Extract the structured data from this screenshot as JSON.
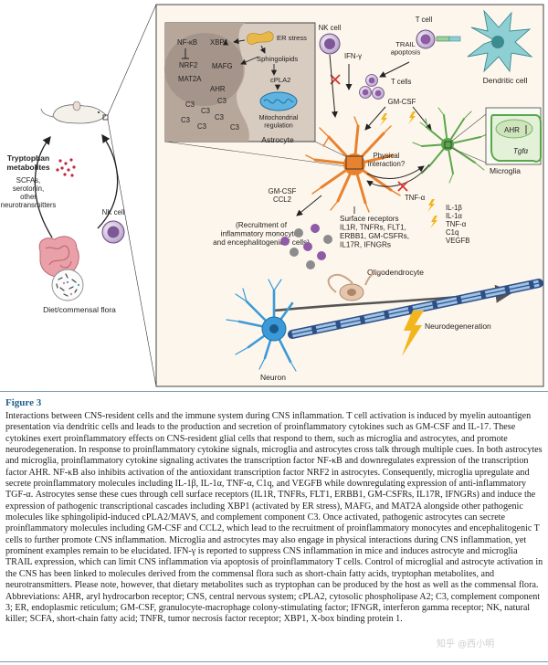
{
  "figure": {
    "labels": {
      "tryptophan": "Tryptophan\nmetabolites",
      "scfa_list": "SCFAs,\nserotonin,\nother\nneurotransmitters",
      "nk_cell_left": "NK cell",
      "diet": "Diet/commensal flora",
      "nk_cell_top": "NK cell",
      "ifn_gamma": "IFN-γ",
      "t_cell_top": "T cell",
      "dendritic_cell": "Dendritic cell",
      "trail": "TRAIL\napoptosis",
      "t_cells": "T cells",
      "gm_csf_top": "GM-CSF",
      "astrocyte": "Astrocyte",
      "microglia": "Microglia",
      "physical_interaction": "Physical\ninteraction?",
      "tnf_alpha": "TNF-α",
      "gm_csf_ccl2": "GM-CSF\nCCL2",
      "recruitment": "(Recruitment of\ninflammatory monocytes\nand encephalitogenic T cells)",
      "surface_receptors": "Surface receptors\nIL1R, TNFRs, FLT1,\nERBB1, GM-CSFRs,\nIL17R, IFNGRs",
      "microglia_factors": "IL-1β\nIL-1α\nTNF-α\nC1q\nVEGFB",
      "oligodendrocyte": "Oligodendrocyte",
      "neurodegeneration": "Neurodegeneration",
      "neuron": "Neuron",
      "ahr_box": "AHR",
      "tgfa_box": "Tgfα"
    },
    "inset": {
      "nfkb": "NF-κB",
      "nrf2": "NRF2",
      "mat2a": "MAT2A",
      "xbp1": "XBP1",
      "mafg": "MAFG",
      "ahr": "AHR",
      "c3": "C3",
      "er_stress": "ER stress",
      "sphingolipids": "Sphingolipids",
      "cpla2": "cPLA2",
      "mito": "Mitochondrial\nregulation"
    }
  },
  "figure_number": "Figure 3",
  "caption": "Interactions between CNS-resident cells and the immune system during CNS inflammation. T cell activation is induced by myelin autoantigen presentation via dendritic cells and leads to the production and secretion of proinflammatory cytokines such as GM-CSF and IL-17. These cytokines exert proinflammatory effects on CNS-resident glial cells that respond to them, such as microglia and astrocytes, and promote neurodegeneration. In response to proinflammatory cytokine signals, microglia and astrocytes cross talk through multiple cues. In both astrocytes and microglia, proinflammatory cytokine signaling activates the transcription factor NF-κB and downregulates expression of the transcription factor AHR. NF-κB also inhibits activation of the antioxidant transcription factor NRF2 in astrocytes. Consequently, microglia upregulate and secrete proinflammatory molecules including IL-1β, IL-1α, TNF-α, C1q, and VEGFB while downregulating expression of anti-inflammatory TGF-α. Astrocytes sense these cues through cell surface receptors (IL1R, TNFRs, FLT1, ERBB1, GM-CSFRs, IL17R, IFNGRs) and induce the expression of pathogenic transcriptional cascades including XBP1 (activated by ER stress), MAFG, and MAT2A alongside other pathogenic molecules like sphingolipid-induced cPLA2/MAVS, and complement component C3. Once activated, pathogenic astrocytes can secrete proinflammatory molecules including GM-CSF and CCL2, which lead to the recruitment of proinflammatory monocytes and encephalitogenic T cells to further promote CNS inflammation. Microglia and astrocytes may also engage in physical interactions during CNS inflammation, yet prominent examples remain to be elucidated. IFN-γ is reported to suppress CNS inflammation in mice and induces astrocyte and microglia TRAIL expression, which can limit CNS inflammation via apoptosis of proinflammatory T cells. Control of microglial and astrocyte activation in the CNS has been linked to molecules derived from the commensal flora such as short-chain fatty acids, tryptophan metabolites, and neurotransmitters. Please note, however, that dietary metabolites such as tryptophan can be produced by the host as well as the commensal flora. Abbreviations: AHR, aryl hydrocarbon receptor; CNS, central nervous system; cPLA2, cytosolic phospholipase A2; C3, complement component 3; ER, endoplasmic reticulum; GM-CSF, granulocyte-macrophage colony-stimulating factor; IFNGR, interferon gamma receptor; NK, natural killer; SCFA, short-chain fatty acid; TNFR, tumor necrosis factor receptor; XBP1, X-box binding protein 1.",
  "watermark": "知乎 @西小明",
  "colors": {
    "panel_bg": "#fdf6ec",
    "panel_border": "#444444",
    "astrocyte": "#e8822e",
    "microglia": "#5aa64b",
    "tcell": "#8e5ba6",
    "dendritic": "#8ecfd4",
    "neuron": "#3a9ad9",
    "caption_title": "#1f5f8f",
    "inhibit_red": "#d6342f"
  }
}
